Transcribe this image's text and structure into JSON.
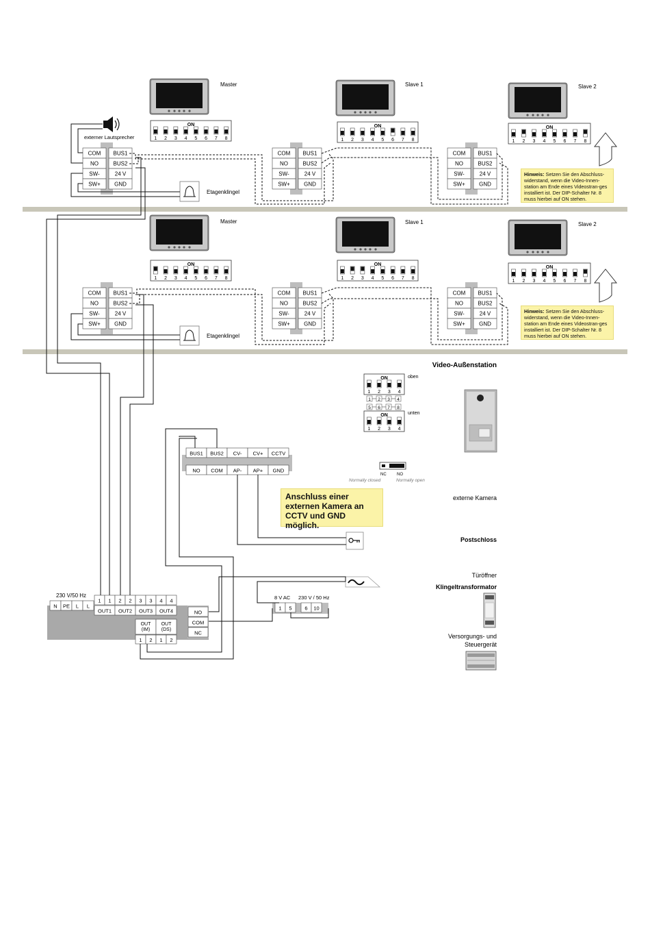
{
  "monitors": {
    "master": "Master",
    "slave1": "Slave 1",
    "slave2": "Slave 2"
  },
  "dip": {
    "on": "ON",
    "numbers": [
      "1",
      "2",
      "3",
      "4",
      "5",
      "6",
      "7",
      "8"
    ]
  },
  "terminal": {
    "com": "COM",
    "no": "NO",
    "sw_minus": "SW-",
    "sw_plus": "SW+",
    "bus1": "BUS1",
    "bus2": "BUS2",
    "v24": "24 V",
    "gnd": "GND"
  },
  "labels": {
    "speaker": "externer Lautsprecher",
    "floor_bell": "Etagenklingel",
    "outdoor_station": "Video-Außenstation",
    "dip_top": "oben",
    "dip_bottom": "unten",
    "outdoor_dip_numbers": [
      "1",
      "2",
      "3",
      "4"
    ],
    "outdoor_code": [
      "1",
      "2",
      "3",
      "4",
      "5",
      "6",
      "7",
      "8"
    ],
    "nc": "NC",
    "no": "NO",
    "normally_closed": "Normally closed",
    "normally_open": "Normally open",
    "ext_camera": "externe Kamera",
    "mail_lock": "Postschloss",
    "door_opener": "Türöffner",
    "bell_transformer": "Klingeltransformator",
    "supply_unit": "Versorgungs- und Steuergerät"
  },
  "notes": {
    "termination_bold": "Hinweis:",
    "termination_text": " Setzen Sie den Abschluss-widerstand, wenn die Video-Innen-station am Ende eines Videostran-ges installiert ist. Der DIP-Schalter Nr. 8 muss hierbei auf ON stehen.",
    "cctv": "Anschluss einer externen Kamera an CCTV und GND möglich."
  },
  "outdoor_terminal": {
    "top": [
      "BUS1",
      "BUS2",
      "CV-",
      "CV+",
      "CCTV"
    ],
    "bottom": [
      "NO",
      "COM",
      "AP-",
      "AP+",
      "GND"
    ]
  },
  "supply": {
    "mains": "230 V/50 Hz",
    "mains_terminals": [
      "N",
      "PE",
      "L",
      "L"
    ],
    "out_numbers": [
      "1",
      "1",
      "2",
      "2",
      "3",
      "3",
      "4",
      "4"
    ],
    "outs": [
      "OUT1",
      "OUT2",
      "OUT3",
      "OUT4"
    ],
    "out_im": "OUT\n(IM)",
    "out_ds": "OUT\n(DS)",
    "out_sub_numbers": [
      "1",
      "2",
      "1",
      "2"
    ],
    "relay": [
      "NO",
      "COM",
      "NC"
    ]
  },
  "transformer": {
    "ac8": "8 V AC",
    "ac230": "230 V / 50 Hz",
    "terminals": [
      "1",
      "5",
      "6",
      "10"
    ]
  }
}
